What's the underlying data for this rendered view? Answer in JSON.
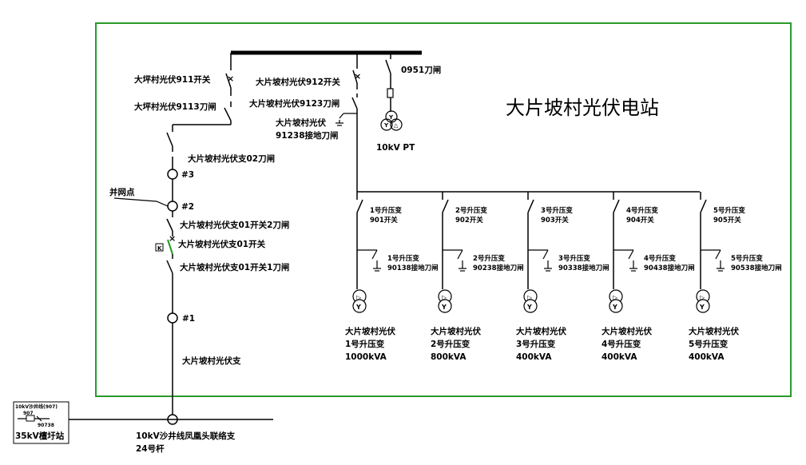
{
  "station_title": "大片坡村光伏电站",
  "colors": {
    "frame": "#2a9a2a",
    "wire": "#000000",
    "breaker_accent": "#1e9a1e",
    "background": "#ffffff"
  },
  "left_branch": {
    "switch_911": "大坪村光伏911开关",
    "knife_9113": "大坪村光伏9113刀闸",
    "knife_02": "大片坡村光伏支02刀闸",
    "pole_3": "#3",
    "grid_point": "并网点",
    "pole_2": "#2",
    "switch01_knife2": "大片坡村光伏支01开关2刀闸",
    "switch01": "大片坡村光伏支01开关",
    "switch01_knife1": "大片坡村光伏支01开关1刀闸",
    "pole_1": "#1",
    "branch_name": "大片坡村光伏支",
    "junction_label_1": "10kV沙井线凤凰头联络支",
    "junction_label_2": "24号杆"
  },
  "center": {
    "switch_912": "大片坡村光伏912开关",
    "knife_9123": "大片坡村光伏9123刀闸",
    "ground_91238_1": "大片坡村光伏",
    "ground_91238_2": "91238接地刀闸",
    "pt_knife": "0951刀闸",
    "pt_label": "10kV PT"
  },
  "substation_box": {
    "line": "10kV沙井线(907)",
    "code_a": "907",
    "code_b": "90738",
    "name": "35kV檀圩站"
  },
  "units": [
    {
      "sw1": "1号升压变",
      "sw2": "901开关",
      "g1": "1号升压变",
      "g2": "90138接地刀闸",
      "n1": "大片坡村光伏",
      "n2": "1号升压变",
      "cap": "1000kVA"
    },
    {
      "sw1": "2号升压变",
      "sw2": "902开关",
      "g1": "2号升压变",
      "g2": "90238接地刀闸",
      "n1": "大片坡村光伏",
      "n2": "2号升压变",
      "cap": "800kVA"
    },
    {
      "sw1": "3号升压变",
      "sw2": "903开关",
      "g1": "3号升压变",
      "g2": "90338接地刀闸",
      "n1": "大片坡村光伏",
      "n2": "3号升压变",
      "cap": "400kVA"
    },
    {
      "sw1": "4号升压变",
      "sw2": "904开关",
      "g1": "4号升压变",
      "g2": "90438接地刀闸",
      "n1": "大片坡村光伏",
      "n2": "4号升压变",
      "cap": "400kVA"
    },
    {
      "sw1": "5号升压变",
      "sw2": "905开关",
      "g1": "5号升压变",
      "g2": "90538接地刀闸",
      "n1": "大片坡村光伏",
      "n2": "5号升压变",
      "cap": "400kVA"
    }
  ]
}
